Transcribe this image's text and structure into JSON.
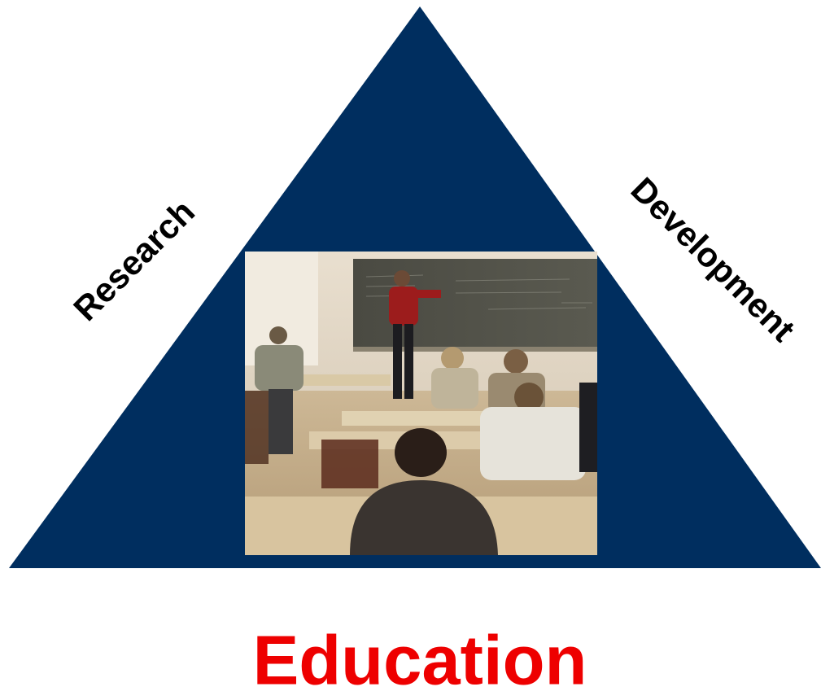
{
  "diagram": {
    "left_side_label": "Research",
    "right_side_label": "Development",
    "base_label": "Education",
    "triangle_color": "#002E5F",
    "base_label_color": "#EE0000",
    "side_label_color": "#000000",
    "center_image": "classroom-photo"
  }
}
